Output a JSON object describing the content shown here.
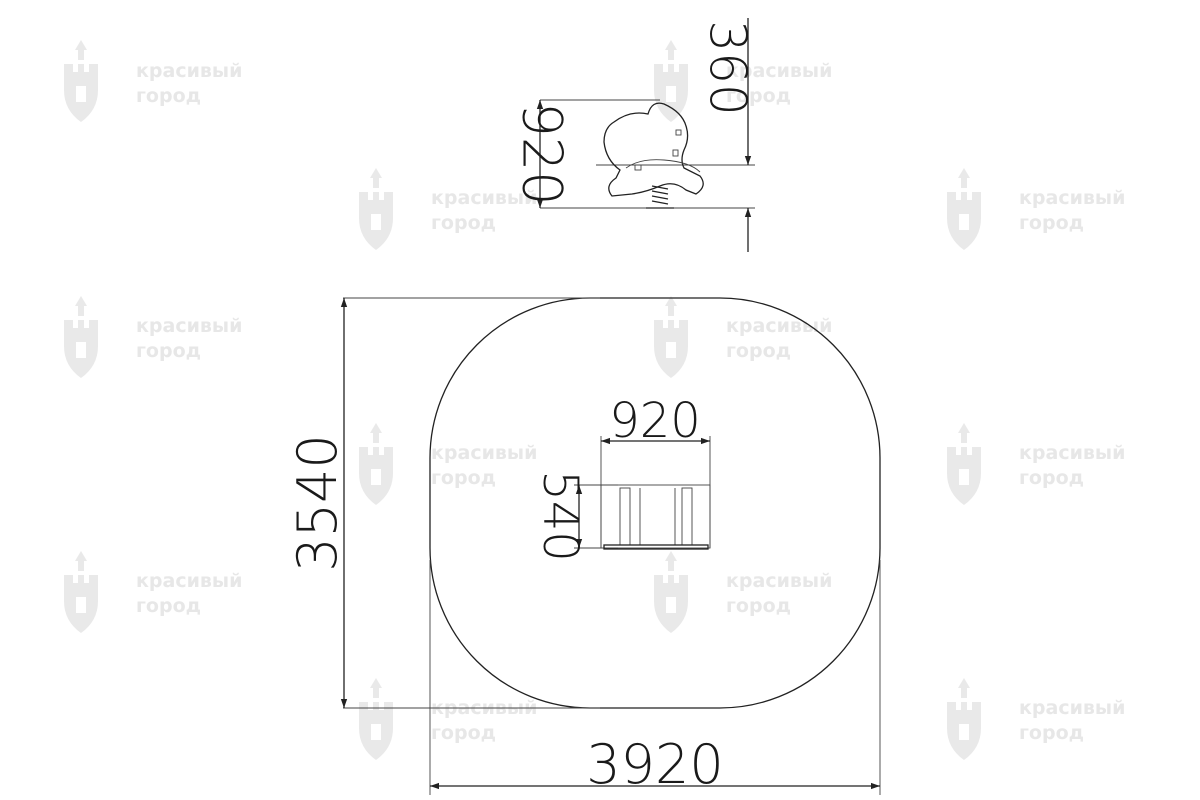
{
  "dimensions": {
    "side_height": "920",
    "side_offset": "360",
    "area_length": "3540",
    "area_width": "3920",
    "item_width": "920",
    "item_depth": "540"
  },
  "watermark": {
    "line1": "красивый",
    "line2": "город",
    "icon": "castle-shield-logo",
    "color": "#e7e7e7"
  },
  "colors": {
    "line": "#222222",
    "background": "#ffffff"
  }
}
